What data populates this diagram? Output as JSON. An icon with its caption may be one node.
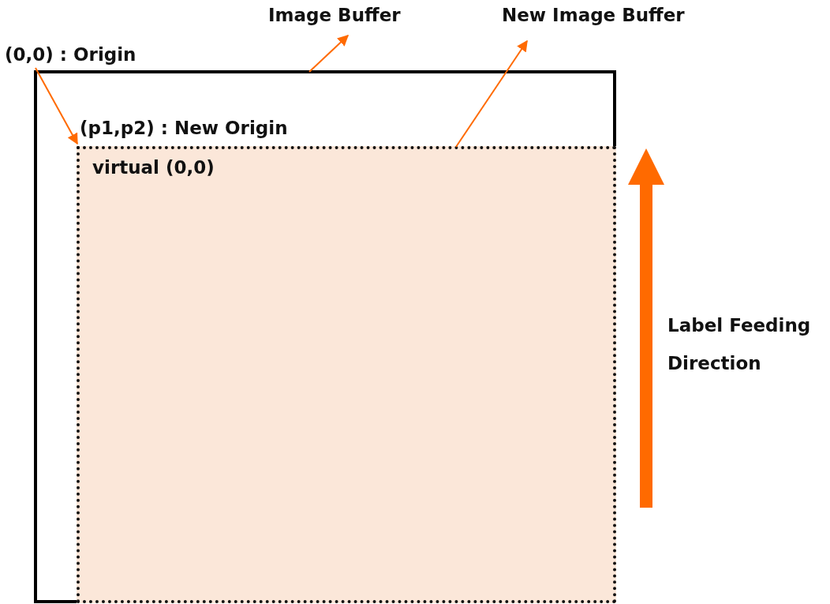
{
  "diagram": {
    "nodes": [
      {
        "text": [
          "Image Buffer"
        ]
      },
      {
        "text": [
          "New Image Buffer"
        ]
      },
      {
        "text": [
          "(0,0) : Origin"
        ]
      },
      {
        "text": [],
        "shape": "box"
      },
      {
        "text": [
          "(p1,p2) : New Origin"
        ],
        "in": 3
      },
      {
        "text": [
          "virtual (0,0)"
        ],
        "in": 3
      }
    ],
    "edges": [
      {
        "from": 3,
        "to": 0,
        "arrow": "to"
      },
      {
        "from": 5,
        "to": 1,
        "arrow": "to"
      },
      {
        "from": 2,
        "to": 4,
        "arrow": "to"
      }
    ],
    "labels": [
      "Label Feeding Direction"
    ]
  }
}
